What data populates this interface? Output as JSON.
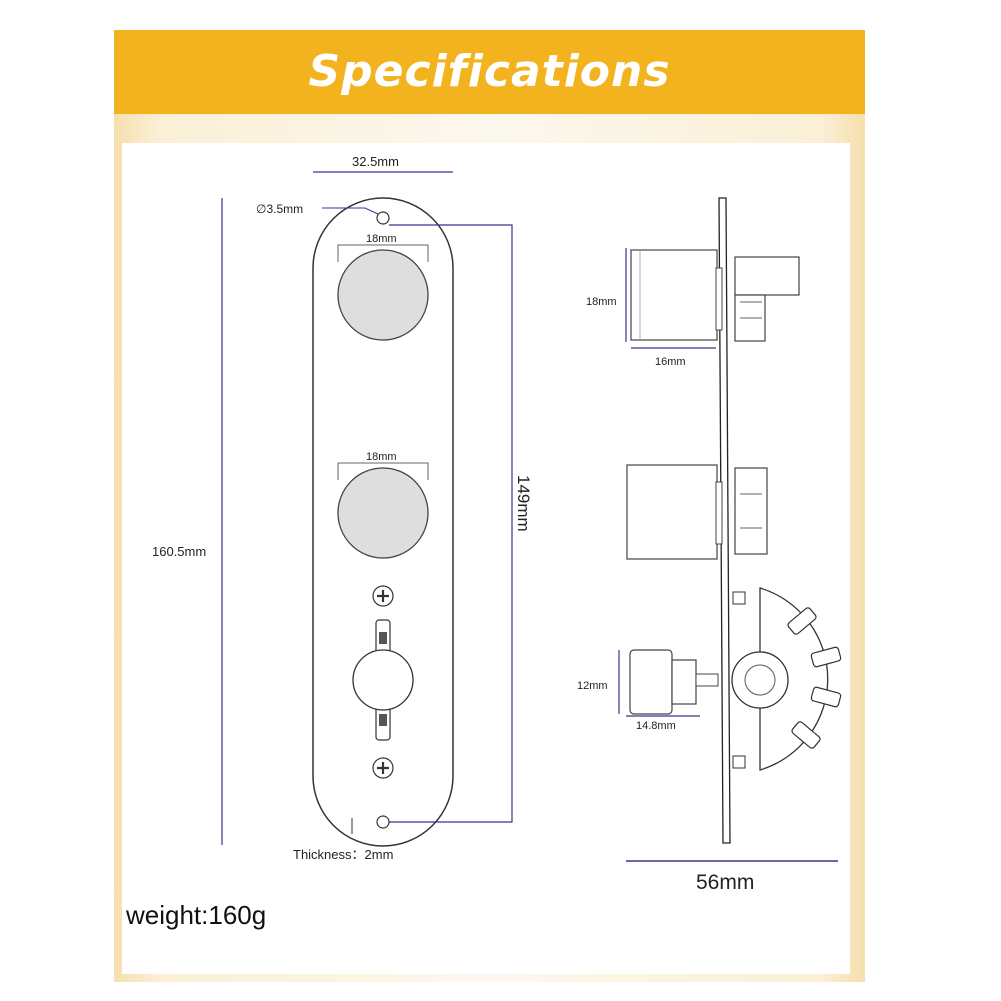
{
  "header": {
    "title": "Specifications"
  },
  "dims": {
    "plate_width": "32.5mm",
    "hole": "∅3.5mm",
    "knob1": "18mm",
    "knob2": "18mm",
    "length": "149mm",
    "height": "160.5mm",
    "thickness": "Thickness：2mm",
    "pot_h": "18mm",
    "pot_w": "16mm",
    "jack_h": "12mm",
    "jack_w": "14.8mm",
    "depth": "56mm"
  },
  "weight": "weight:160g",
  "colors": {
    "header": "#f2b31f",
    "dim_line": "#4b2a8a"
  }
}
